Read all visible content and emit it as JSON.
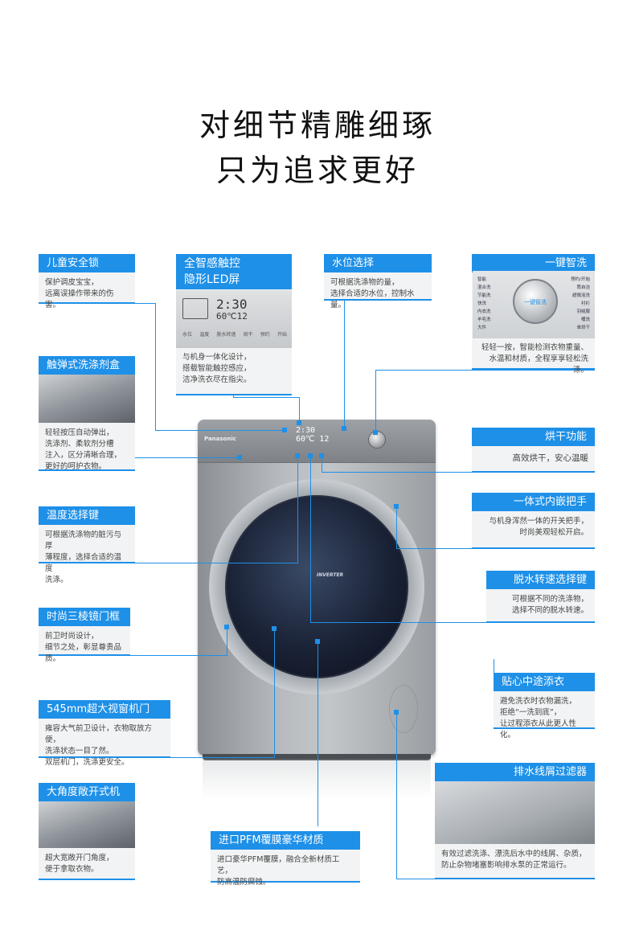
{
  "headline": {
    "line1": "对细节精雕细琢",
    "line2": "只为追求更好"
  },
  "washer": {
    "brand": "Panasonic",
    "lcd_time": "2:30",
    "lcd_temp": "60℃ 12",
    "inverter": "INVERTER"
  },
  "led_panel": {
    "time": "2:30",
    "temp": "60℃12",
    "buttons": [
      "水位",
      "温度",
      "脱水转速",
      "烘干",
      "预约",
      "开始"
    ]
  },
  "menu_panel": {
    "dial_label": "一键智洗",
    "left_items": [
      "智能",
      "混合洗",
      "节能洗",
      "快洗",
      "内衣洗",
      "羊毛洗",
      "大件"
    ],
    "right_items": [
      "预约/开始",
      "筒自洁",
      "超微泡洗",
      "衬衫",
      "羽绒服",
      "桶洗",
      "单烘干"
    ]
  },
  "callouts": {
    "child_lock": {
      "title": "儿童安全锁",
      "desc": "保护调皮宝宝，\n远离误操作带来的伤害。"
    },
    "touch_led": {
      "title": "全智感触控\n隐形LED屏",
      "desc": "与机身一体化设计，\n搭载智能触控感应，\n洁净洗衣尽在指尖。"
    },
    "water_level": {
      "title": "水位选择",
      "desc": "可根据洗涤物的量，\n选择合适的水位，控制水量。"
    },
    "smart_wash": {
      "title": "一键智洗",
      "desc": "轻轻一按，智能检测衣物重量、\n水温和材质，全程享享轻松洗涤。"
    },
    "detergent_box": {
      "title": "触弹式洗涤剂盒",
      "desc": "轻轻按压自动弹出，\n洗涤剂、柔软剂分槽\n注入，区分清晰合理，\n更好的呵护衣物。"
    },
    "drying": {
      "title": "烘干功能",
      "desc": "高效烘干，安心温暖"
    },
    "handle": {
      "title": "一体式内嵌把手",
      "desc": "与机身浑然一体的开关把手，\n时尚美观轻松开启。"
    },
    "temperature": {
      "title": "温度选择键",
      "desc": "可根据洗涤物的脏污与厚\n薄程度，选择合适的温度\n洗涤。"
    },
    "spin_speed": {
      "title": "脱水转速选择键",
      "desc": "可根据不同的洗涤物，\n选择不同的脱水转速。"
    },
    "door_frame": {
      "title": "时尚三棱镜门框",
      "desc": "前卫时尚设计，\n细节之处，彰显尊贵品质。"
    },
    "add_clothes": {
      "title": "贴心中途添衣",
      "desc": "避免洗衣时衣物漏洗，\n拒绝“一洗到底”，\n让过程添衣从此更人性化。"
    },
    "view_door": {
      "title": "545mm超大视窗机门",
      "desc": "雍容大气前卫设计，衣物取放方便，\n洗涤状态一目了然。\n双层机门，洗涤更安全。"
    },
    "filter": {
      "title": "排水线屑过滤器",
      "desc": "有效过滤洗涤、漂洗后水中的线屑、杂质，\n防止杂物堵塞影响排水泵的正常运行。"
    },
    "wide_door": {
      "title": "大角度敞开式机门",
      "desc": "超大宽敞开门角度，\n便于拿取衣物。"
    },
    "pfm": {
      "title": "进口PFM覆膜豪华材质",
      "desc": "进口豪华PFM覆膜，融合全新材质工艺，\n防高温防腐蚀。"
    }
  },
  "colors": {
    "accent": "#1e90e8",
    "card": "#f2f3f4"
  }
}
